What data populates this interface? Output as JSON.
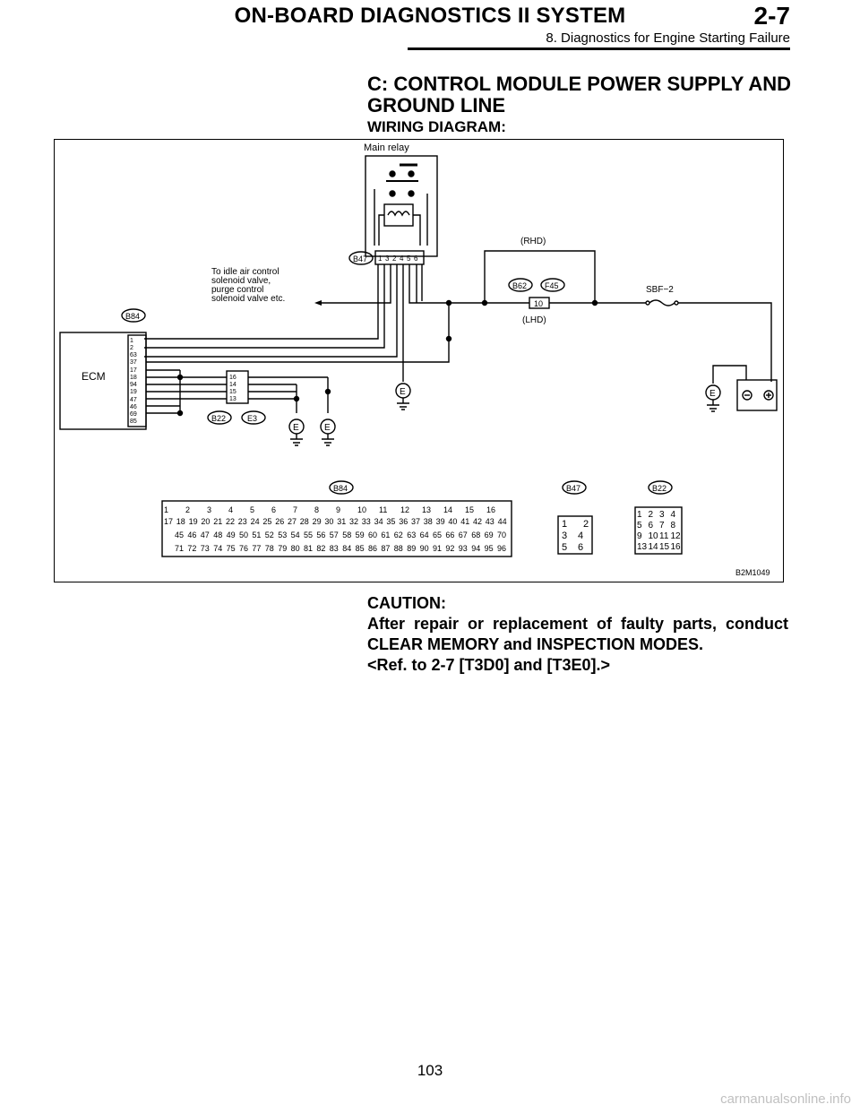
{
  "header": {
    "title": "ON-BOARD DIAGNOSTICS II SYSTEM",
    "section_number": "2-7",
    "subtitle": "8. Diagnostics for Engine Starting Failure"
  },
  "section": {
    "title": "C:  CONTROL MODULE POWER SUPPLY AND GROUND LINE",
    "wiring_label": "WIRING DIAGRAM:"
  },
  "diagram": {
    "main_relay": "Main relay",
    "idle_note": [
      "To idle air control",
      "solenoid valve,",
      "purge control",
      "solenoid valve etc."
    ],
    "rhd": "(RHD)",
    "lhd": "(LHD)",
    "fuse_main": "10",
    "sbf": "SBF−2",
    "ecm": "ECM",
    "ecm_pins": [
      "1",
      "2",
      "63",
      "37",
      "17",
      "18",
      "94",
      "19",
      "47",
      "46",
      "69",
      "85"
    ],
    "b22_pins": [
      "16",
      "14",
      "15",
      "13"
    ],
    "b47_pins": [
      "1",
      "3",
      "2",
      "4",
      "5",
      "6"
    ],
    "ground": "E",
    "conn": {
      "b84": "B84",
      "b47": "B47",
      "b62": "B62",
      "f45": "F45",
      "b22": "B22",
      "e3": "E3"
    },
    "figure_id": "B2M1049",
    "b84_face": {
      "row1": [
        "1",
        "2",
        "3",
        "4",
        "5",
        "6",
        "7",
        "8",
        "9",
        "10",
        "11",
        "12",
        "13",
        "14",
        "15",
        "16"
      ],
      "row2": [
        "17",
        "18",
        "19",
        "20",
        "21",
        "22",
        "23",
        "24",
        "25",
        "26",
        "27",
        "28",
        "29",
        "30",
        "31",
        "32",
        "33",
        "34",
        "35",
        "36",
        "37",
        "38",
        "39",
        "40",
        "41",
        "42",
        "43",
        "44"
      ],
      "row3": [
        "45",
        "46",
        "47",
        "48",
        "49",
        "50",
        "51",
        "52",
        "53",
        "54",
        "55",
        "56",
        "57",
        "58",
        "59",
        "60",
        "61",
        "62",
        "63",
        "64",
        "65",
        "66",
        "67",
        "68",
        "69",
        "70"
      ],
      "row4": [
        "71",
        "72",
        "73",
        "74",
        "75",
        "76",
        "77",
        "78",
        "79",
        "80",
        "81",
        "82",
        "83",
        "84",
        "85",
        "86",
        "87",
        "88",
        "89",
        "90",
        "91",
        "92",
        "93",
        "94",
        "95",
        "96"
      ]
    },
    "b47_face": [
      [
        "1",
        "",
        "2"
      ],
      [
        "3",
        "4"
      ],
      [
        "5",
        "6"
      ]
    ],
    "b22_face": [
      [
        "1",
        "2",
        "3",
        "4"
      ],
      [
        "5",
        "6",
        "7",
        "8"
      ],
      [
        "9",
        "10",
        "11",
        "12"
      ],
      [
        "13",
        "14",
        "15",
        "16"
      ]
    ]
  },
  "caution": {
    "heading": "CAUTION:",
    "body": "After repair or replacement of faulty parts, conduct CLEAR MEMORY and INSPECTION MODES.",
    "ref": "<Ref. to 2-7 [T3D0] and [T3E0].>"
  },
  "page_number": "103",
  "footer": "carmanualsonline.info"
}
